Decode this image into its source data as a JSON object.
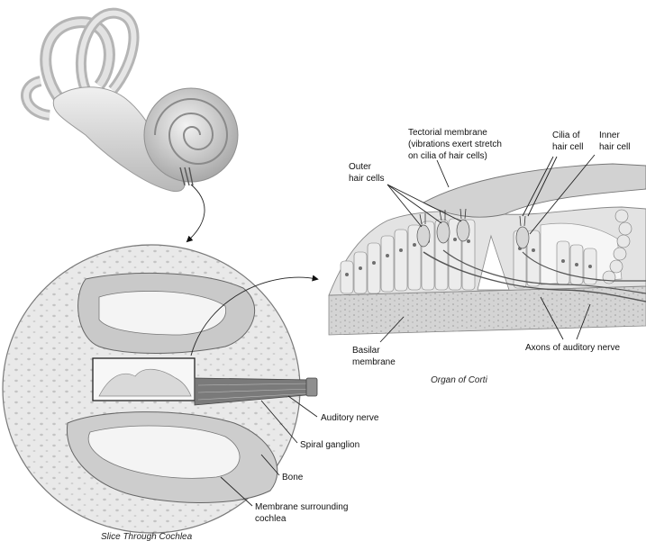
{
  "labels": {
    "tectorial_line1": "Tectorial membrane",
    "tectorial_line2": "(vibrations exert stretch",
    "tectorial_line3": "on cilia of hair cells)",
    "cilia_line1": "Cilia of",
    "cilia_line2": "hair cell",
    "inner_line1": "Inner",
    "inner_line2": "hair cell",
    "outer_line1": "Outer",
    "outer_line2": "hair cells",
    "basilar_line1": "Basilar",
    "basilar_line2": "membrane",
    "axons": "Axons of auditory nerve",
    "auditory_nerve": "Auditory nerve",
    "spiral_ganglion": "Spiral ganglion",
    "bone": "Bone",
    "membrane_line1": "Membrane surrounding",
    "membrane_line2": "cochlea"
  },
  "captions": {
    "organ_of_corti": "Organ of Corti",
    "slice_through_cochlea": "Slice Through Cochlea"
  },
  "colors": {
    "tissue_light": "#e6e6e6",
    "tissue_mid": "#c8c8c8",
    "tissue_dark": "#9a9a9a",
    "nerve": "#6e6e6e",
    "ink": "#111111"
  }
}
